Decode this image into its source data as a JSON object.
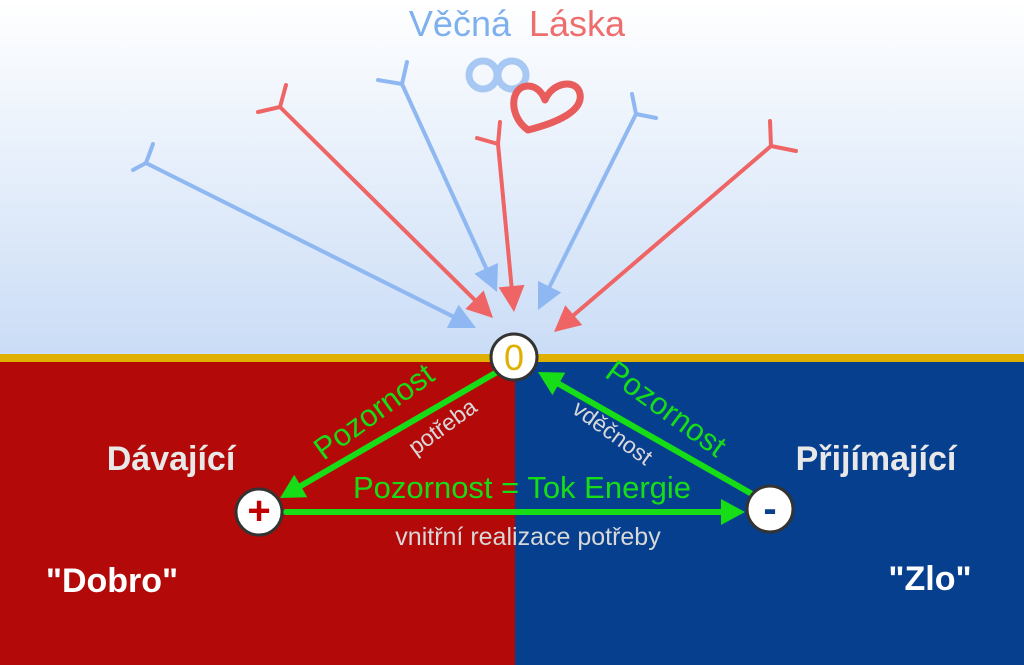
{
  "title": {
    "word1": "Věčná",
    "word2": "Láska",
    "word1_color": "#7fb0ee",
    "word2_color": "#ee6e6e"
  },
  "symbols": {
    "top_icons": [
      "infinity-icon",
      "heart-icon"
    ],
    "infinity_color": "#a8c8f4",
    "heart_color": "#e85c5c"
  },
  "colors": {
    "sky_top": "#ffffff",
    "sky_bottom": "#c9dcf6",
    "horizon": "#e0b000",
    "left_region": "#b30909",
    "right_region": "#073f8f",
    "arrow_blue": "#8fb8f2",
    "arrow_red": "#ef6565",
    "arrow_green": "#16dd16",
    "caption_gray": "#d8d8d8"
  },
  "rays": [
    {
      "color": "blue",
      "target": "zero-node"
    },
    {
      "color": "red",
      "target": "zero-node"
    },
    {
      "color": "blue",
      "target": "zero-node"
    },
    {
      "color": "red",
      "target": "zero-node"
    },
    {
      "color": "blue",
      "target": "zero-node"
    },
    {
      "color": "red",
      "target": "zero-node"
    }
  ],
  "nodes": {
    "zero": "0",
    "plus": "+",
    "minus": "-",
    "zero_color": "#e0b000",
    "plus_color": "#c00000",
    "minus_color": "#0a3f8a"
  },
  "regions": {
    "left_title": "Dávající",
    "left_quote": "\"Dobro\"",
    "right_title": "Přijímající",
    "right_quote": "\"Zlo\""
  },
  "flows": {
    "left_edge_label": "Pozornost",
    "left_edge_sublabel": "potřeba",
    "right_edge_label": "Pozornost",
    "right_edge_sublabel": "vděčnost",
    "bottom_label": "Pozornost = Tok Energie",
    "bottom_sublabel": "vnitřní realizace potřeby"
  }
}
